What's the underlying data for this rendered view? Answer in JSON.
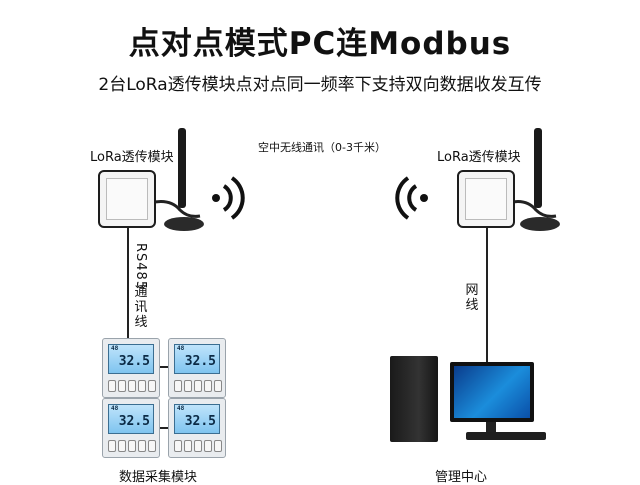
{
  "title": "点对点模式PC连Modbus",
  "subtitle": "2台LoRa透传模块点对点同一频率下支持双向数据收发互传",
  "left_module_label": "LoRa透传模块",
  "right_module_label": "LoRa透传模块",
  "wireless_label": "空中无线通讯（0-3千米）",
  "rs485_label": "RS485",
  "rs485_suffix": "通讯线",
  "net_label": "网线",
  "collector_label": "数据采集模块",
  "center_label": "管理中心",
  "devices": [
    {
      "temp": "32.5",
      "hum": "48"
    },
    {
      "temp": "32.5",
      "hum": "48"
    },
    {
      "temp": "32.5",
      "hum": "48"
    },
    {
      "temp": "32.5",
      "hum": "48"
    }
  ],
  "colors": {
    "wire": "#222222",
    "lcd": "#8fcdf2",
    "screen": "#1b8ddb"
  }
}
